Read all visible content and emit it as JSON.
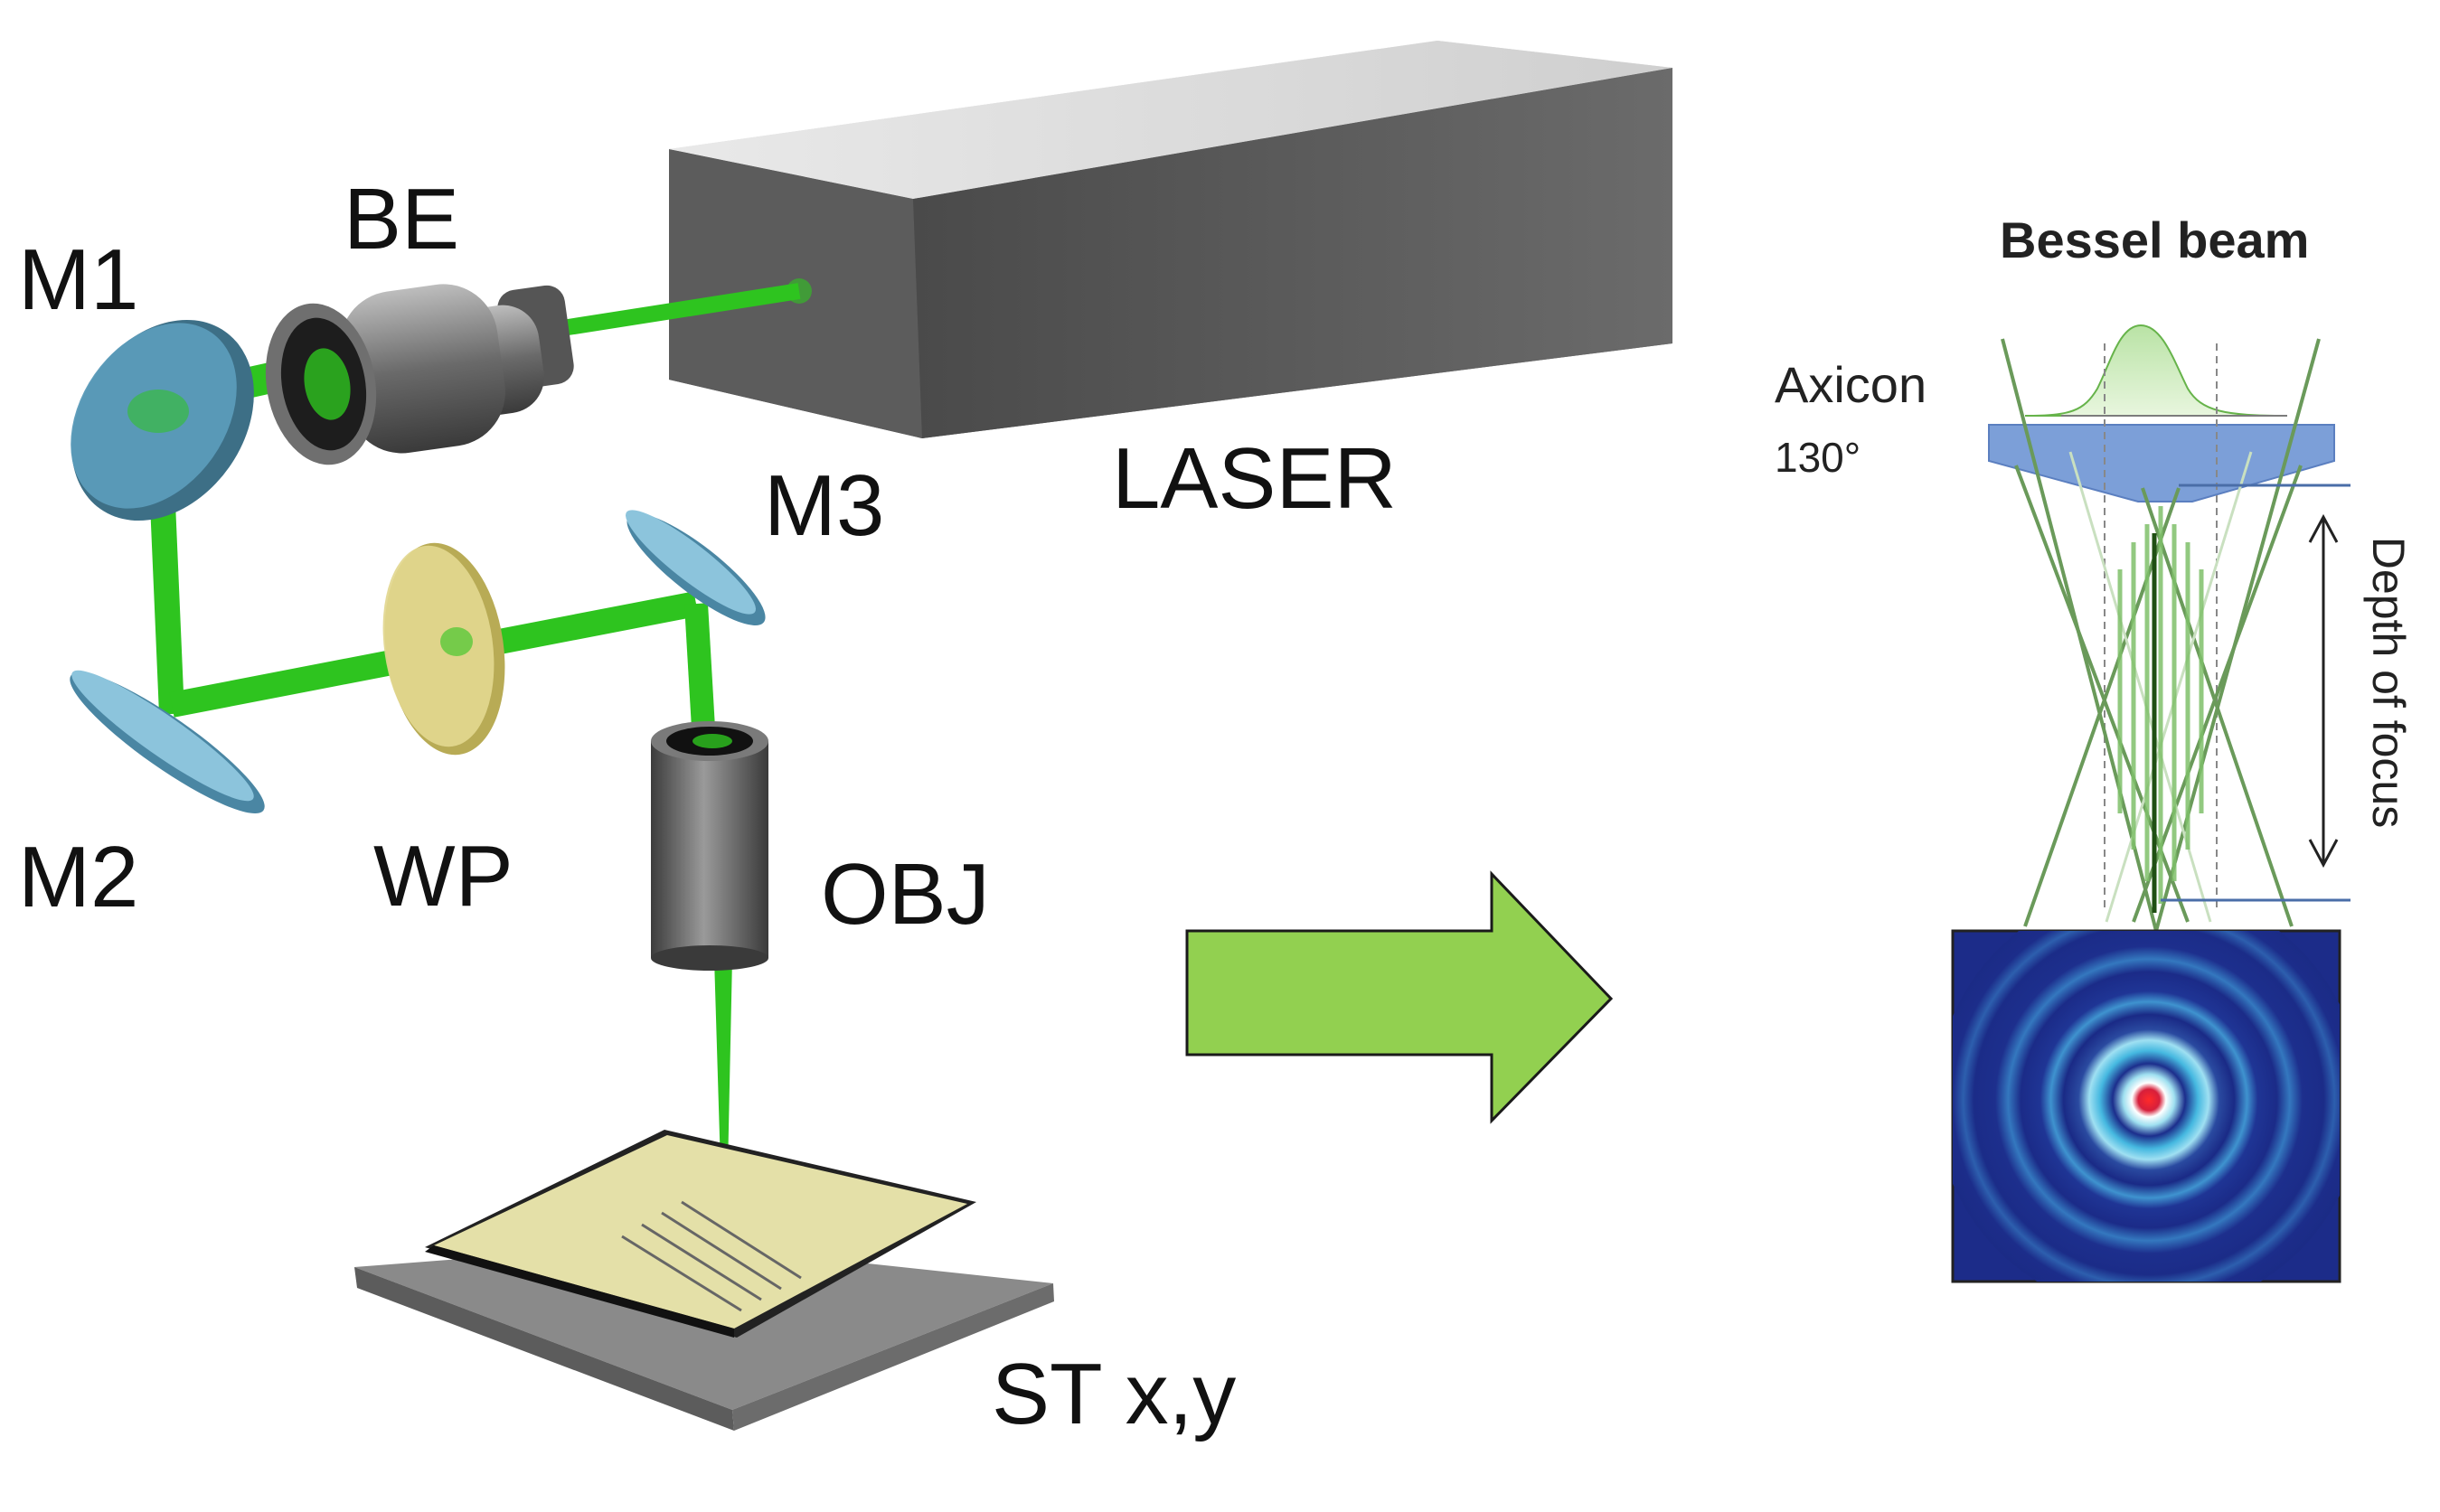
{
  "setup": {
    "labels": {
      "m1": "M1",
      "be": "BE",
      "laser": "LASER",
      "m3": "M3",
      "m2": "M2",
      "wp": "WP",
      "obj": "OBJ",
      "stage": "ST x,y"
    }
  },
  "bessel": {
    "title": "Bessel beam",
    "axicon": "Axicon",
    "angle": "130°",
    "depth": "Depth of focus"
  },
  "colors": {
    "beam": "#2ec41f",
    "arrow": "#92d050",
    "mirror": "#5b9bb9",
    "waveplate": "#d9cf7c",
    "laser_box": "#5a5a5a",
    "axicon": "#7c9fd8",
    "pattern_bg": "#1f2f8f"
  }
}
